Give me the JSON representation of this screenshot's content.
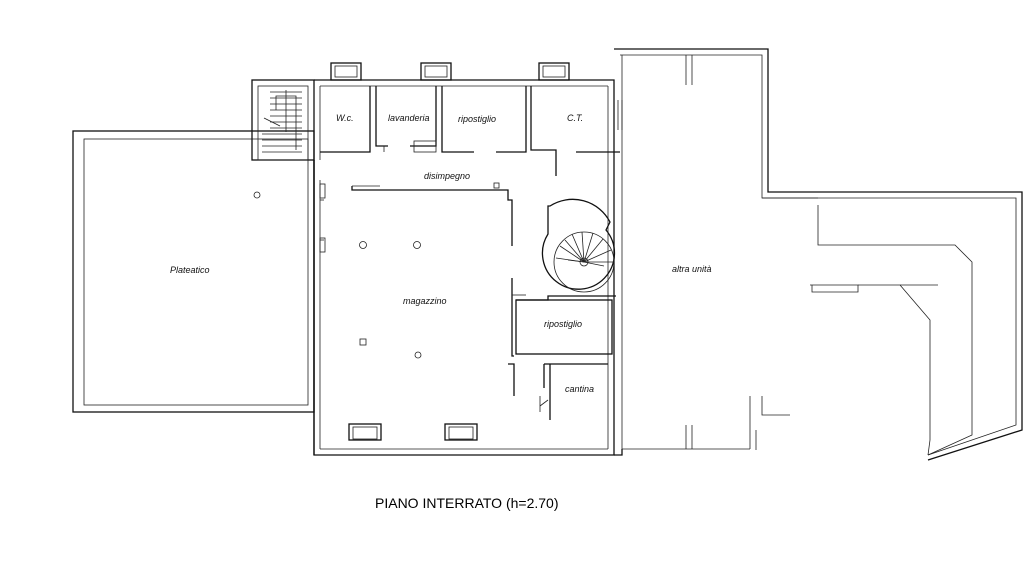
{
  "plan": {
    "title": "PIANO INTERRATO (h=2.70)",
    "rooms": {
      "wc": "W.c.",
      "lavanderia": "lavanderia",
      "ripostiglio_top": "ripostiglio",
      "ct": "C.T.",
      "disimpegno": "disimpegno",
      "plateatico": "Plateatico",
      "magazzino": "magazzino",
      "ripostiglio_mid": "ripostiglio",
      "cantina": "cantina",
      "altra_unita": "altra unità"
    }
  }
}
